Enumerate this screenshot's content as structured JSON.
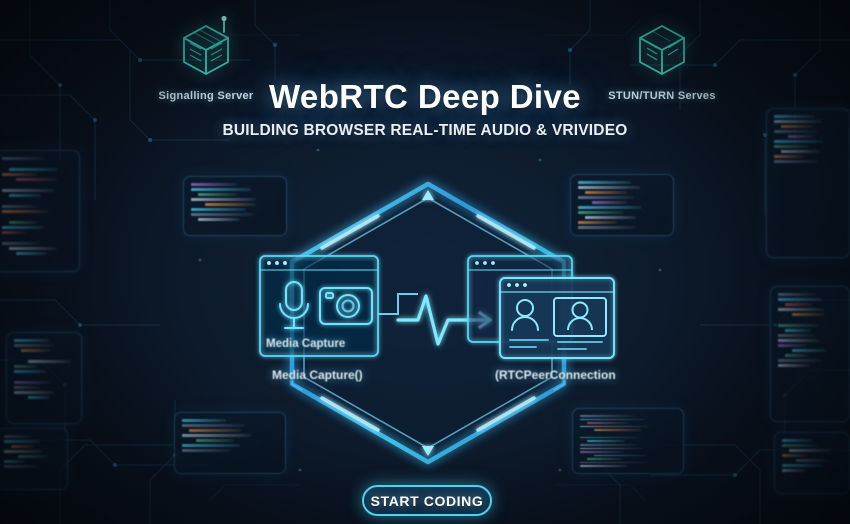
{
  "header": {
    "title": "WebRTC Deep Dive",
    "subtitle": "BUILDING BROWSER REAL-TIME AUDIO & VRIVIDEO"
  },
  "nodes": [
    {
      "id": "signalling-server",
      "label": "Signalling Server",
      "icon": "server-cube-antenna-icon"
    },
    {
      "id": "stun-turn-server",
      "label": "STUN/TURN Serves",
      "icon": "server-cube-icon"
    }
  ],
  "diagram": {
    "left_panel": {
      "inner_label": "Media Capture",
      "caption": "Media Capture()",
      "icons": [
        "microphone-icon",
        "camera-icon"
      ]
    },
    "right_panel": {
      "caption": "(RTCPeerConnection",
      "icons": [
        "person-icon",
        "video-person-icon"
      ]
    },
    "connector": "pulse-waveform-arrow-icon"
  },
  "cta": {
    "label": "START CODING"
  },
  "colors": {
    "background": "#0a1320",
    "accent_cyan": "#4fd2ef",
    "accent_teal": "#40d2c8",
    "hex_glow": "#2fa8e8",
    "text_primary": "#ffffff",
    "panel_border": "#5aaadc"
  },
  "code_panels": [
    {
      "id": "code-left-top",
      "lines": [
        [
          "c-gy",
          62
        ],
        [
          "c-gap",
          0
        ],
        [
          "c-cy",
          70
        ],
        [
          "c-or",
          52
        ],
        [
          "c-rd",
          58
        ],
        [
          "c-gap",
          0
        ],
        [
          "c-wh",
          74
        ],
        [
          "c-cy",
          46
        ],
        [
          "c-gap",
          0
        ],
        [
          "c-gy",
          50
        ],
        [
          "c-or",
          66
        ],
        [
          "c-gap",
          0
        ],
        [
          "c-gr",
          40
        ],
        [
          "c-cy",
          60
        ],
        [
          "c-rd",
          34
        ],
        [
          "c-gap",
          0
        ],
        [
          "c-gy",
          54
        ],
        [
          "c-wh",
          68
        ],
        [
          "c-cy",
          44
        ]
      ]
    },
    {
      "id": "code-left-mid",
      "lines": [
        [
          "c-cy",
          58
        ],
        [
          "c-gy",
          66
        ],
        [
          "c-or",
          48
        ],
        [
          "c-gap",
          0
        ],
        [
          "c-wh",
          72
        ],
        [
          "c-gr",
          40
        ],
        [
          "c-cy",
          54
        ],
        [
          "c-gap",
          0
        ],
        [
          "c-pu",
          60
        ],
        [
          "c-gy",
          44
        ],
        [
          "c-wh",
          68
        ],
        [
          "c-cy",
          36
        ]
      ]
    },
    {
      "id": "code-left-bottom",
      "lines": [
        [
          "c-gy",
          50
        ],
        [
          "c-cy",
          64
        ],
        [
          "c-or",
          42
        ],
        [
          "c-wh",
          70
        ],
        [
          "c-gr",
          56
        ],
        [
          "c-cy",
          38
        ],
        [
          "c-gy",
          62
        ]
      ]
    },
    {
      "id": "code-hex-top",
      "lines": [
        [
          "c-pu",
          52
        ],
        [
          "c-cy",
          68
        ],
        [
          "c-gr",
          44
        ],
        [
          "c-wh",
          74
        ],
        [
          "c-or",
          58
        ],
        [
          "c-cy",
          62
        ],
        [
          "c-gy",
          70
        ],
        [
          "c-wh",
          48
        ]
      ]
    },
    {
      "id": "code-hex-bottom",
      "lines": [
        [
          "c-cy",
          46
        ],
        [
          "c-gy",
          66
        ],
        [
          "c-or",
          54
        ],
        [
          "c-wh",
          72
        ],
        [
          "c-gr",
          40
        ],
        [
          "c-cy",
          60
        ],
        [
          "c-gy",
          50
        ]
      ]
    },
    {
      "id": "code-right-top",
      "lines": [
        [
          "c-cy",
          60
        ],
        [
          "c-wh",
          70
        ],
        [
          "c-or",
          48
        ],
        [
          "c-gy",
          64
        ],
        [
          "c-pu",
          40
        ],
        [
          "c-cy",
          72
        ],
        [
          "c-gr",
          52
        ],
        [
          "c-wh",
          58
        ],
        [
          "c-or",
          44
        ],
        [
          "c-gy",
          66
        ]
      ]
    },
    {
      "id": "code-right-mid",
      "lines": [
        [
          "c-gy",
          56
        ],
        [
          "c-cy",
          68
        ],
        [
          "c-rd",
          44
        ],
        [
          "c-wh",
          72
        ],
        [
          "c-or",
          50
        ],
        [
          "c-gap",
          0
        ],
        [
          "c-gr",
          62
        ],
        [
          "c-cy",
          40
        ],
        [
          "c-gy",
          58
        ],
        [
          "c-wh",
          66
        ],
        [
          "c-pu",
          46
        ],
        [
          "c-cy",
          54
        ],
        [
          "c-gr",
          38
        ],
        [
          "c-gy",
          70
        ],
        [
          "c-wh",
          50
        ]
      ]
    },
    {
      "id": "code-right-low",
      "lines": [
        [
          "c-cy",
          54
        ],
        [
          "c-gy",
          62
        ],
        [
          "c-or",
          46
        ],
        [
          "c-wh",
          68
        ],
        [
          "c-gr",
          40
        ],
        [
          "c-cy",
          58
        ],
        [
          "c-gy",
          50
        ],
        [
          "c-wh",
          64
        ]
      ]
    },
    {
      "id": "code-hex-right",
      "lines": [
        [
          "c-gr",
          48
        ],
        [
          "c-cy",
          64
        ],
        [
          "c-wh",
          56
        ],
        [
          "c-or",
          42
        ],
        [
          "c-gy",
          70
        ],
        [
          "c-cy",
          50
        ],
        [
          "c-wh",
          60
        ]
      ]
    },
    {
      "id": "code-right-bottom",
      "lines": [
        [
          "c-cy",
          52
        ],
        [
          "c-gr",
          60
        ],
        [
          "c-wh",
          68
        ],
        [
          "c-or",
          44
        ],
        [
          "c-gy",
          56
        ],
        [
          "c-cy",
          66
        ],
        [
          "c-wh",
          40
        ]
      ]
    }
  ]
}
